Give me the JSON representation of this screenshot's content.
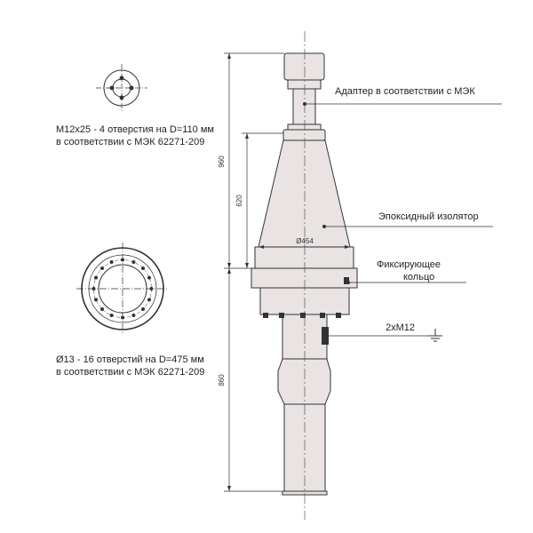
{
  "notes": {
    "top_holes_line1": "М12х25 - 4 отверстия на D=110 мм",
    "top_holes_line2": "в соответствии с МЭК 62271-209",
    "flange_holes_line1": "Ø13 - 16 отверстий на D=475 мм",
    "flange_holes_line2": "в соответствии с МЭК 62271-209"
  },
  "callouts": {
    "adapter": "Адаптер в соответствии с МЭК",
    "epoxy": "Эпоксидный изолятор",
    "ring_line1": "Фиксирующее",
    "ring_line2": "кольцо",
    "ground": "2хМ12"
  },
  "dimensions": {
    "total_height": "960",
    "insulator_height": "620",
    "lower_height": "860",
    "diameter": "Ø454"
  },
  "colors": {
    "fill": "#e9e3e3",
    "stroke": "#333333",
    "centerline": "#555555"
  }
}
